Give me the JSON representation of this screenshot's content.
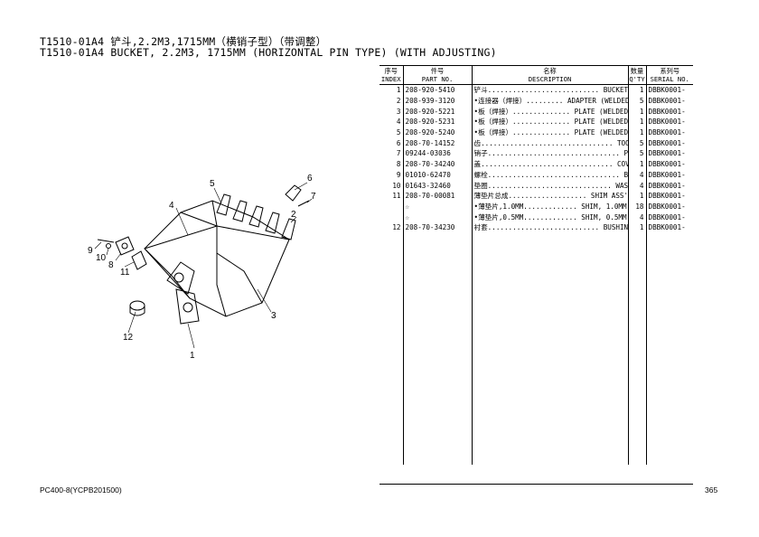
{
  "title_cn": "T1510-01A4 铲斗,2.2M3,1715MM（横销子型）（带调整）",
  "title_en": "T1510-01A4 BUCKET, 2.2M3, 1715MM (HORIZONTAL PIN TYPE) (WITH ADJUSTING)",
  "table": {
    "headers": {
      "index_cn": "序号",
      "index_en": "INDEX",
      "part_cn": "件号",
      "part_en": "PART NO.",
      "desc_cn": "名称",
      "desc_en": "DESCRIPTION",
      "qty_cn": "数量",
      "qty_en": "Q'TY",
      "serial_cn": "系列号",
      "serial_en": "SERIAL NO."
    },
    "rows": [
      {
        "index": "1",
        "part": "208-920-5410",
        "desc": "铲斗........................... BUCKET",
        "qty": "1",
        "serial": "DBBK0001-"
      },
      {
        "index": "2",
        "part": "208-939-3120",
        "desc": "•连接器（焊接）......... ADAPTER (WELDED)",
        "qty": "5",
        "serial": "DBBK0001-"
      },
      {
        "index": "3",
        "part": "208-920-5221",
        "desc": "•板（焊接）.............. PLATE (WELDED)",
        "qty": "1",
        "serial": "DBBK0001-"
      },
      {
        "index": "4",
        "part": "208-920-5231",
        "desc": "•板（焊接）.............. PLATE (WELDED)",
        "qty": "1",
        "serial": "DBBK0001-"
      },
      {
        "index": "5",
        "part": "208-920-5240",
        "desc": "•板（焊接）.............. PLATE (WELDED)",
        "qty": "1",
        "serial": "DBBK0001-"
      },
      {
        "index": "6",
        "part": "208-70-14152",
        "desc": "齿................................ TOOTH",
        "qty": "5",
        "serial": "DBBK0001-"
      },
      {
        "index": "7",
        "part": "09244-03036",
        "desc": "销子................................ PIN",
        "qty": "5",
        "serial": "DBBK0001-"
      },
      {
        "index": "8",
        "part": "208-70-34240",
        "desc": "盖................................ COVER",
        "qty": "1",
        "serial": "DBBK0001-"
      },
      {
        "index": "9",
        "part": "01010-62470",
        "desc": "螺栓................................ BOLT",
        "qty": "4",
        "serial": "DBBK0001-"
      },
      {
        "index": "10",
        "part": "01643-32460",
        "desc": "垫圈.............................. WASHER",
        "qty": "4",
        "serial": "DBBK0001-"
      },
      {
        "index": "11",
        "part": "208-70-00081",
        "desc": "薄垫片总成................... SHIM ASS'Y",
        "qty": "1",
        "serial": "DBBK0001-"
      },
      {
        "index": "",
        "part": "☆",
        "desc": "•薄垫片,1.0MM............. SHIM, 1.0MM",
        "qty": "18",
        "serial": "DBBK0001-"
      },
      {
        "index": "",
        "part": "☆",
        "desc": "•薄垫片,0.5MM............. SHIM, 0.5MM",
        "qty": "4",
        "serial": "DBBK0001-"
      },
      {
        "index": "12",
        "part": "208-70-34230",
        "desc": "衬套........................... BUSHING",
        "qty": "1",
        "serial": "DBBK0001-"
      }
    ]
  },
  "callouts": [
    "1",
    "2",
    "3",
    "4",
    "5",
    "6",
    "7",
    "8",
    "9",
    "10",
    "11",
    "12"
  ],
  "footer": {
    "model": "PC400-8(YCPB201500)",
    "page": "365"
  }
}
